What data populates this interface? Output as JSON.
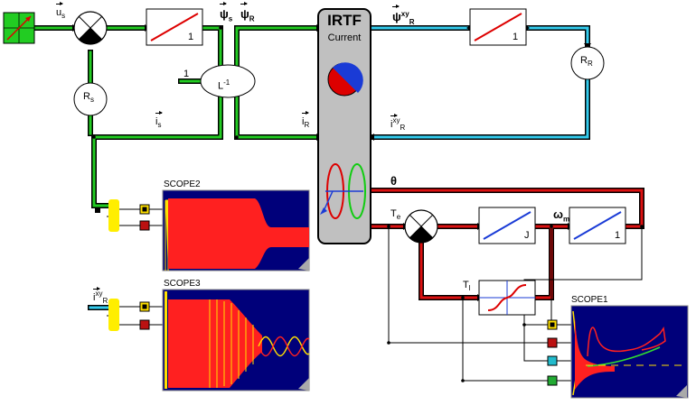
{
  "colors": {
    "stator_wire": "#22cc22",
    "rotor_wire": "#33ccee",
    "mech_wire": "#dd1111",
    "scope_bg": "#00007a",
    "scope_trace_red": "#ff2020",
    "scope_trace_yellow": "#ffe000",
    "scope_trace_green": "#30dd30",
    "source_fill": "#22cc22",
    "irtf_fill": "#c0c0c0",
    "highlight": "#ffee00"
  },
  "labels": {
    "us": "u",
    "us_sub": "s",
    "psi_s": "ψ",
    "psi_s_sub": "s",
    "psi_r_top": "ψ",
    "psi_r_top_sub": "R",
    "psi_r_xy": "ψ",
    "psi_r_xy_sup": "xy",
    "psi_r_xy_sub": "R",
    "gain1_top_left": "1",
    "gain1_top_right": "1",
    "rs": "R",
    "rs_sub": "s",
    "rr": "R",
    "rr_sub": "R",
    "linv_one": "1",
    "linv": "L",
    "linv_sup": "-1",
    "is": "i",
    "is_sub": "s",
    "ir": "i",
    "ir_sub": "R",
    "ir_xy": "i",
    "ir_xy_sup": "xy",
    "ir_xy_sub": "R",
    "theta": "θ",
    "te": "T",
    "te_sub": "e",
    "j_label": "J",
    "omega": "ω",
    "omega_sub": "m",
    "int_gain": "1",
    "tl": "T",
    "tl_sub": "l",
    "scope3_input": "i",
    "scope3_input_sup": "xy",
    "scope3_input_sub": "R"
  },
  "irtf": {
    "title": "IRTF",
    "subtitle": "Current"
  },
  "scopes": {
    "scope1": "SCOPE1",
    "scope2": "SCOPE2",
    "scope3": "SCOPE3"
  },
  "icons": {
    "source": "step-source-icon",
    "sum": "summing-junction-icon",
    "gain": "gain-block-icon",
    "resistor": "resistor-block-icon",
    "inverse_inductance": "inverse-inductance-icon",
    "irtf_dial": "pie-dial-icon",
    "irtf_ellipses": "ellipse-transform-icon",
    "load_curve": "load-torque-icon",
    "scope": "oscilloscope-icon"
  }
}
